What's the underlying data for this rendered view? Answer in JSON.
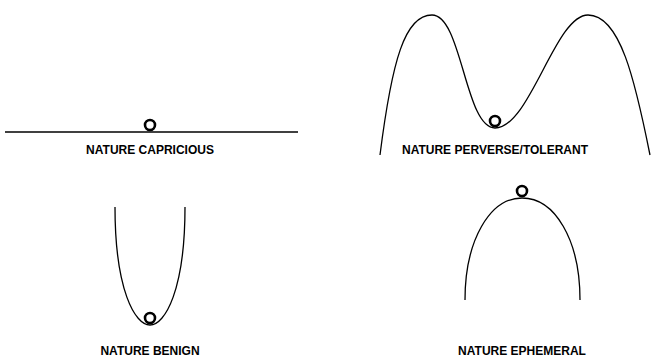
{
  "diagram": {
    "labels": [
      "NATURE CAPRICIOUS",
      "NATURE PERVERSE/TOLERANT",
      "NATURE BENIGN",
      "NATURE EPHEMERAL"
    ]
  }
}
